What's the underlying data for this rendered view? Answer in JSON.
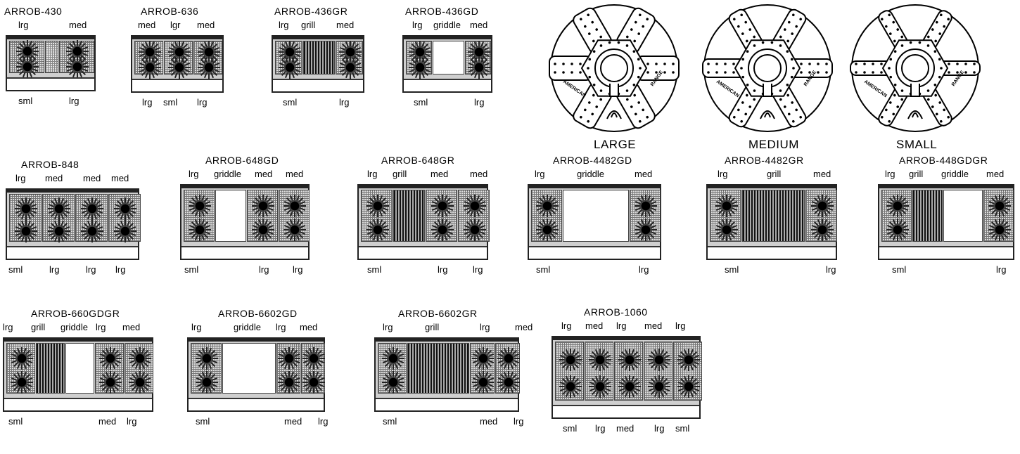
{
  "burner_diagrams": [
    {
      "caption": "LARGE",
      "brand_left": "AMERICAN",
      "brand_right": "RANGE"
    },
    {
      "caption": "MEDIUM",
      "brand_left": "AMERICAN",
      "brand_right": "RANGE"
    },
    {
      "caption": "SMALL",
      "brand_left": "AMERICAN",
      "brand_right": "RANGE"
    }
  ],
  "cooktops": [
    {
      "model": "ARROB-430",
      "zones": [
        "burner",
        "grate",
        "burner"
      ],
      "top_labels": [
        "lrg",
        "med"
      ],
      "bottom_labels": [
        "sml",
        "lrg"
      ]
    },
    {
      "model": "ARROB-636",
      "zones": [
        "burner",
        "burner",
        "burner"
      ],
      "top_labels": [
        "med",
        "lgr",
        "med"
      ],
      "bottom_labels": [
        "lrg",
        "sml",
        "lrg"
      ]
    },
    {
      "model": "ARROB-436GR",
      "zones": [
        "burner",
        "grill",
        "burner"
      ],
      "top_labels": [
        "lrg",
        "grill",
        "med"
      ],
      "bottom_labels": [
        "sml",
        "lrg"
      ]
    },
    {
      "model": "ARROB-436GD",
      "zones": [
        "burner",
        "griddle",
        "burner"
      ],
      "top_labels": [
        "lrg",
        "griddle",
        "med"
      ],
      "bottom_labels": [
        "sml",
        "lrg"
      ]
    },
    {
      "model": "ARROB-848",
      "zones": [
        "burner",
        "burner",
        "burner",
        "burner"
      ],
      "top_labels": [
        "lrg",
        "med",
        "med",
        "med"
      ],
      "bottom_labels": [
        "sml",
        "lrg",
        "lrg",
        "lrg"
      ]
    },
    {
      "model": "ARROB-648GD",
      "zones": [
        "burner",
        "griddle",
        "burner",
        "burner"
      ],
      "top_labels": [
        "lrg",
        "griddle",
        "med",
        "med"
      ],
      "bottom_labels": [
        "sml",
        "lrg",
        "lrg"
      ]
    },
    {
      "model": "ARROB-648GR",
      "zones": [
        "burner",
        "grill",
        "burner",
        "burner"
      ],
      "top_labels": [
        "lrg",
        "grill",
        "med",
        "med"
      ],
      "bottom_labels": [
        "sml",
        "lrg",
        "lrg"
      ]
    },
    {
      "model": "ARROB-4482GD",
      "zones": [
        "burner",
        "griddle",
        "burner"
      ],
      "top_labels": [
        "lrg",
        "griddle",
        "med"
      ],
      "bottom_labels": [
        "sml",
        "lrg"
      ]
    },
    {
      "model": "ARROB-4482GR",
      "zones": [
        "burner",
        "grill",
        "burner"
      ],
      "top_labels": [
        "lrg",
        "grill",
        "med"
      ],
      "bottom_labels": [
        "sml",
        "lrg"
      ]
    },
    {
      "model": "ARROB-448GDGR",
      "zones": [
        "burner",
        "grill",
        "griddle",
        "burner"
      ],
      "top_labels": [
        "lrg",
        "grill",
        "griddle",
        "med"
      ],
      "bottom_labels": [
        "sml",
        "lrg"
      ]
    },
    {
      "model": "ARROB-660GDGR",
      "zones": [
        "burner",
        "grill",
        "griddle",
        "burner",
        "burner"
      ],
      "top_labels": [
        "lrg",
        "grill",
        "griddle",
        "lrg",
        "med"
      ],
      "bottom_labels": [
        "sml",
        "med",
        "lrg"
      ]
    },
    {
      "model": "ARROB-6602GD",
      "zones": [
        "burner",
        "griddle",
        "burner",
        "burner"
      ],
      "top_labels": [
        "lrg",
        "griddle",
        "lrg",
        "med"
      ],
      "bottom_labels": [
        "sml",
        "med",
        "lrg"
      ]
    },
    {
      "model": "ARROB-6602GR",
      "zones": [
        "burner",
        "grill",
        "burner",
        "burner"
      ],
      "top_labels": [
        "lrg",
        "grill",
        "lrg",
        "med"
      ],
      "bottom_labels": [
        "sml",
        "med",
        "lrg"
      ]
    },
    {
      "model": "ARROB-1060",
      "zones": [
        "burner",
        "burner",
        "burner",
        "burner",
        "burner"
      ],
      "top_labels": [
        "lrg",
        "med",
        "lrg",
        "med",
        "lrg"
      ],
      "bottom_labels": [
        "sml",
        "lrg",
        "med",
        "lrg",
        "sml"
      ]
    }
  ]
}
